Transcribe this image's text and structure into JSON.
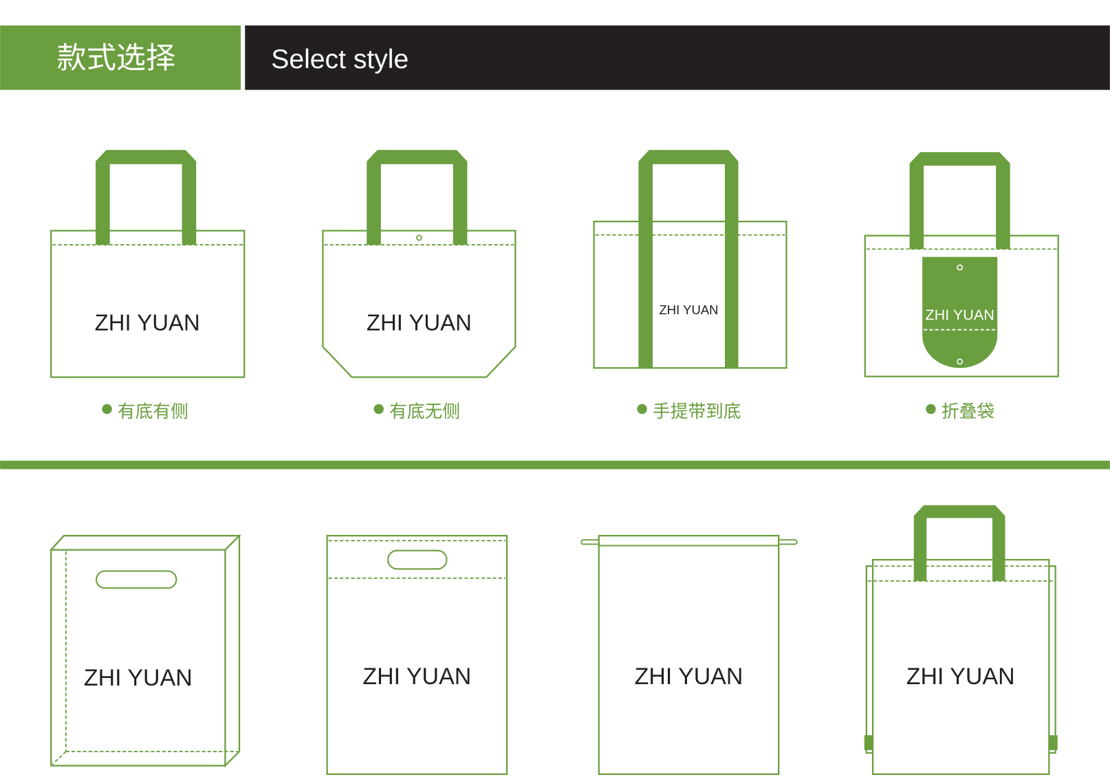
{
  "header": {
    "title_cn": "款式选择",
    "title_en": "Select style"
  },
  "colors": {
    "accent": "#6a9e3f",
    "header_dark": "#231f20"
  },
  "styles_top": [
    {
      "brand": "ZHI YUAN",
      "label": "有底有侧"
    },
    {
      "brand": "ZHI YUAN",
      "label": "有底无侧"
    },
    {
      "brand": "ZHI YUAN",
      "label": "手提带到底"
    },
    {
      "brand": "ZHI YUAN",
      "label": "折叠袋"
    }
  ],
  "styles_bottom": [
    {
      "brand": "ZHI YUAN"
    },
    {
      "brand": "ZHI YUAN"
    },
    {
      "brand": "ZHI YUAN"
    },
    {
      "brand": "ZHI YUAN"
    }
  ]
}
